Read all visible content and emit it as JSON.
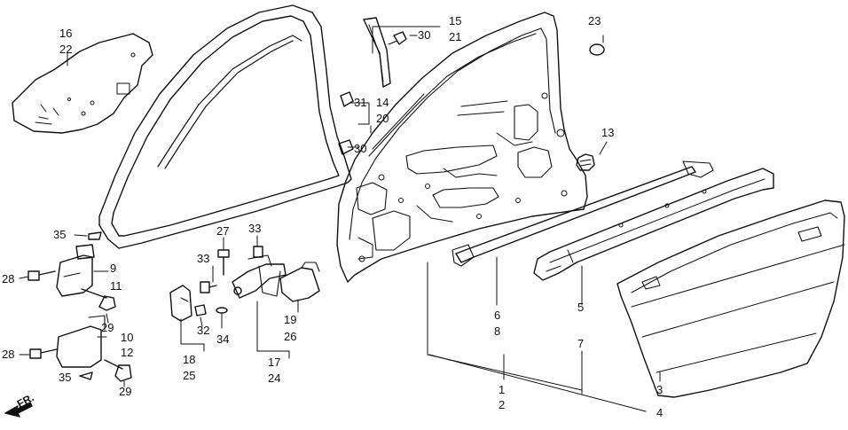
{
  "labels": {
    "p16": "16",
    "p22": "22",
    "p15": "15",
    "p21": "21",
    "p30a": "30",
    "p30b": "30",
    "p23": "23",
    "p31": "31",
    "p14": "14",
    "p20": "20",
    "p13": "13",
    "p35a": "35",
    "p35b": "35",
    "p28a": "28",
    "p28b": "28",
    "p9": "9",
    "p11": "11",
    "p10": "10",
    "p12": "12",
    "p29a": "29",
    "p29b": "29",
    "p27": "27",
    "p33a": "33",
    "p33b": "33",
    "p32": "32",
    "p34": "34",
    "p18": "18",
    "p25": "25",
    "p17": "17",
    "p24": "24",
    "p19": "19",
    "p26": "26",
    "p6": "6",
    "p8": "8",
    "p5": "5",
    "p7": "7",
    "p1": "1",
    "p2": "2",
    "p3": "3",
    "p4": "4"
  },
  "direction": "FR."
}
